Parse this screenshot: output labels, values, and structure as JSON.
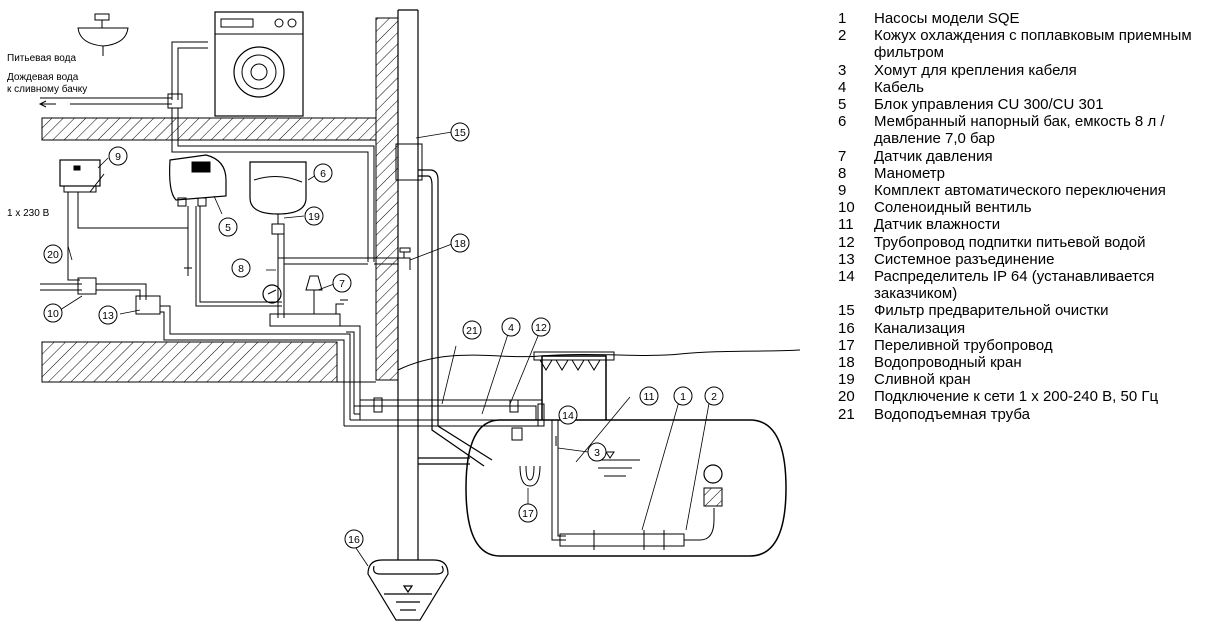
{
  "texts": {
    "drinking_water": "Питьевая вода",
    "rain_water_l1": "Дождевая вода",
    "rain_water_l2": "к сливному бачку",
    "power": "1 x 230 B"
  },
  "callouts": [
    "1",
    "2",
    "3",
    "4",
    "5",
    "6",
    "7",
    "8",
    "9",
    "10",
    "11",
    "12",
    "13",
    "14",
    "15",
    "16",
    "17",
    "18",
    "19",
    "20",
    "21"
  ],
  "legend": [
    {
      "num": "1",
      "text": "Насосы модели SQE"
    },
    {
      "num": "2",
      "text": "Кожух охлаждения с поплавковым приемным фильтром"
    },
    {
      "num": "3",
      "text": "Хомут для крепления кабеля"
    },
    {
      "num": "4",
      "text": "Кабель"
    },
    {
      "num": "5",
      "text": "Блок управления CU 300/CU 301"
    },
    {
      "num": "6",
      "text": "Мембранный напорный бак, емкость 8 л / давление 7,0 бар"
    },
    {
      "num": "7",
      "text": "Датчик давления"
    },
    {
      "num": "8",
      "text": "Манометр"
    },
    {
      "num": "9",
      "text": "Комплект автоматического переключения"
    },
    {
      "num": "10",
      "text": "Соленоидный вентиль"
    },
    {
      "num": "11",
      "text": "Датчик влажности"
    },
    {
      "num": "12",
      "text": "Трубопровод подпитки питьевой водой"
    },
    {
      "num": "13",
      "text": "Системное разъединение"
    },
    {
      "num": "14",
      "text": "Распределитель IP 64 (устанавливается заказчиком)"
    },
    {
      "num": "15",
      "text": "Фильтр предварительной очистки"
    },
    {
      "num": "16",
      "text": "Канализация"
    },
    {
      "num": "17",
      "text": "Переливной трубопровод"
    },
    {
      "num": "18",
      "text": "Водопроводный кран"
    },
    {
      "num": "19",
      "text": "Сливной кран"
    },
    {
      "num": "20",
      "text": "Подключение к сети 1 x 200-240 В, 50 Гц"
    },
    {
      "num": "21",
      "text": "Водоподъемная труба"
    }
  ]
}
